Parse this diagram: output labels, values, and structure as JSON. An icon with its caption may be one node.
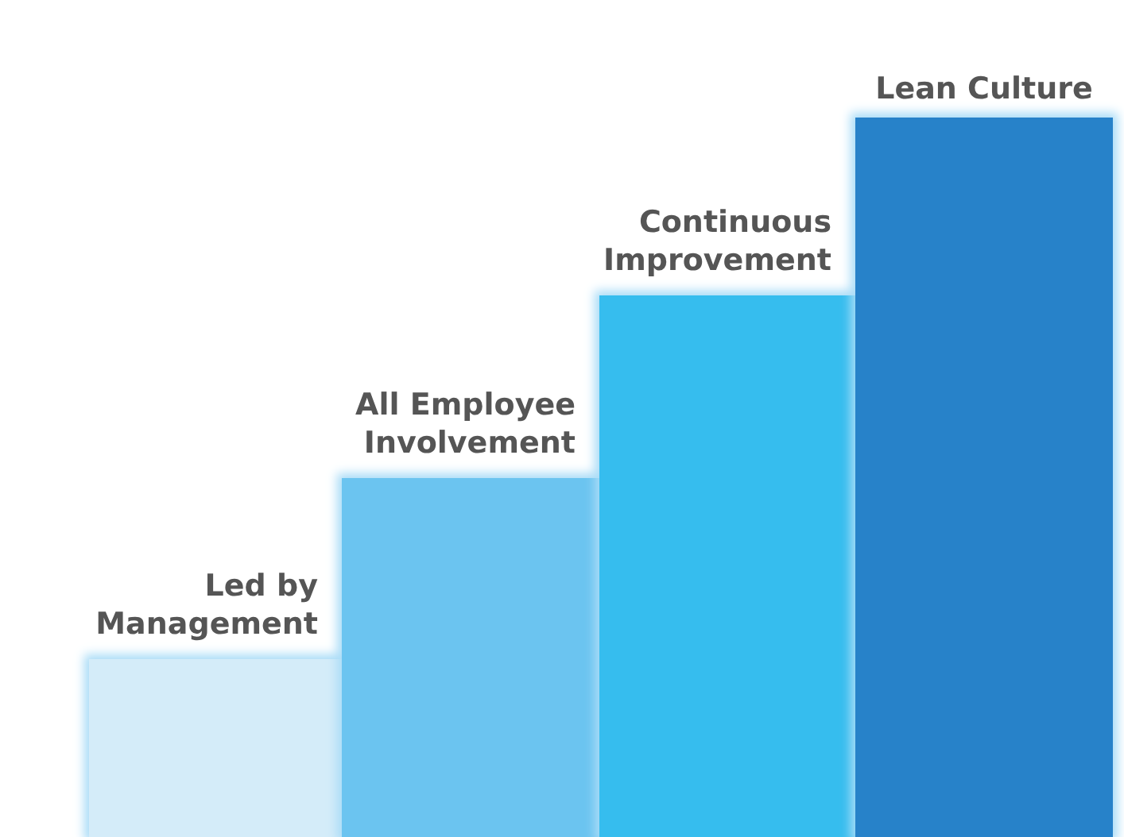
{
  "diagram": {
    "nodes": [
      {
        "text": [
          "Led by Management"
        ]
      },
      {
        "text": [
          "All Employee Involvement"
        ]
      },
      {
        "text": [
          "Continuous Improvement"
        ]
      },
      {
        "text": [
          "Lean Culture"
        ]
      }
    ]
  }
}
